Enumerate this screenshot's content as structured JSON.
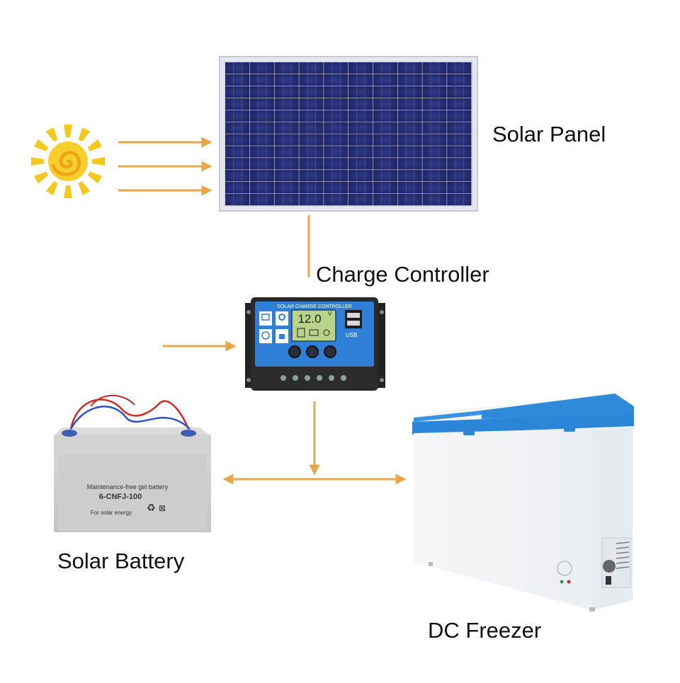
{
  "labels": {
    "solar_panel": "Solar Panel",
    "charge_controller": "Charge Controller",
    "solar_battery": "Solar Battery",
    "dc_freezer": "DC Freezer"
  },
  "controller": {
    "header": "SOLAR CHARGE CONTROLLER",
    "display_value": "12.0",
    "display_unit": "V",
    "usb_label": "USB"
  },
  "battery": {
    "line1": "Maintenance-free gel battery",
    "model": "6-CNFJ-100",
    "line3": "For solar energy"
  },
  "colors": {
    "arrow": "#e8a64a",
    "panel_cell": "#23286b",
    "controller_blue": "#2f7fd6",
    "freezer_blue": "#2b86d8",
    "sun": "#f4c81f"
  }
}
